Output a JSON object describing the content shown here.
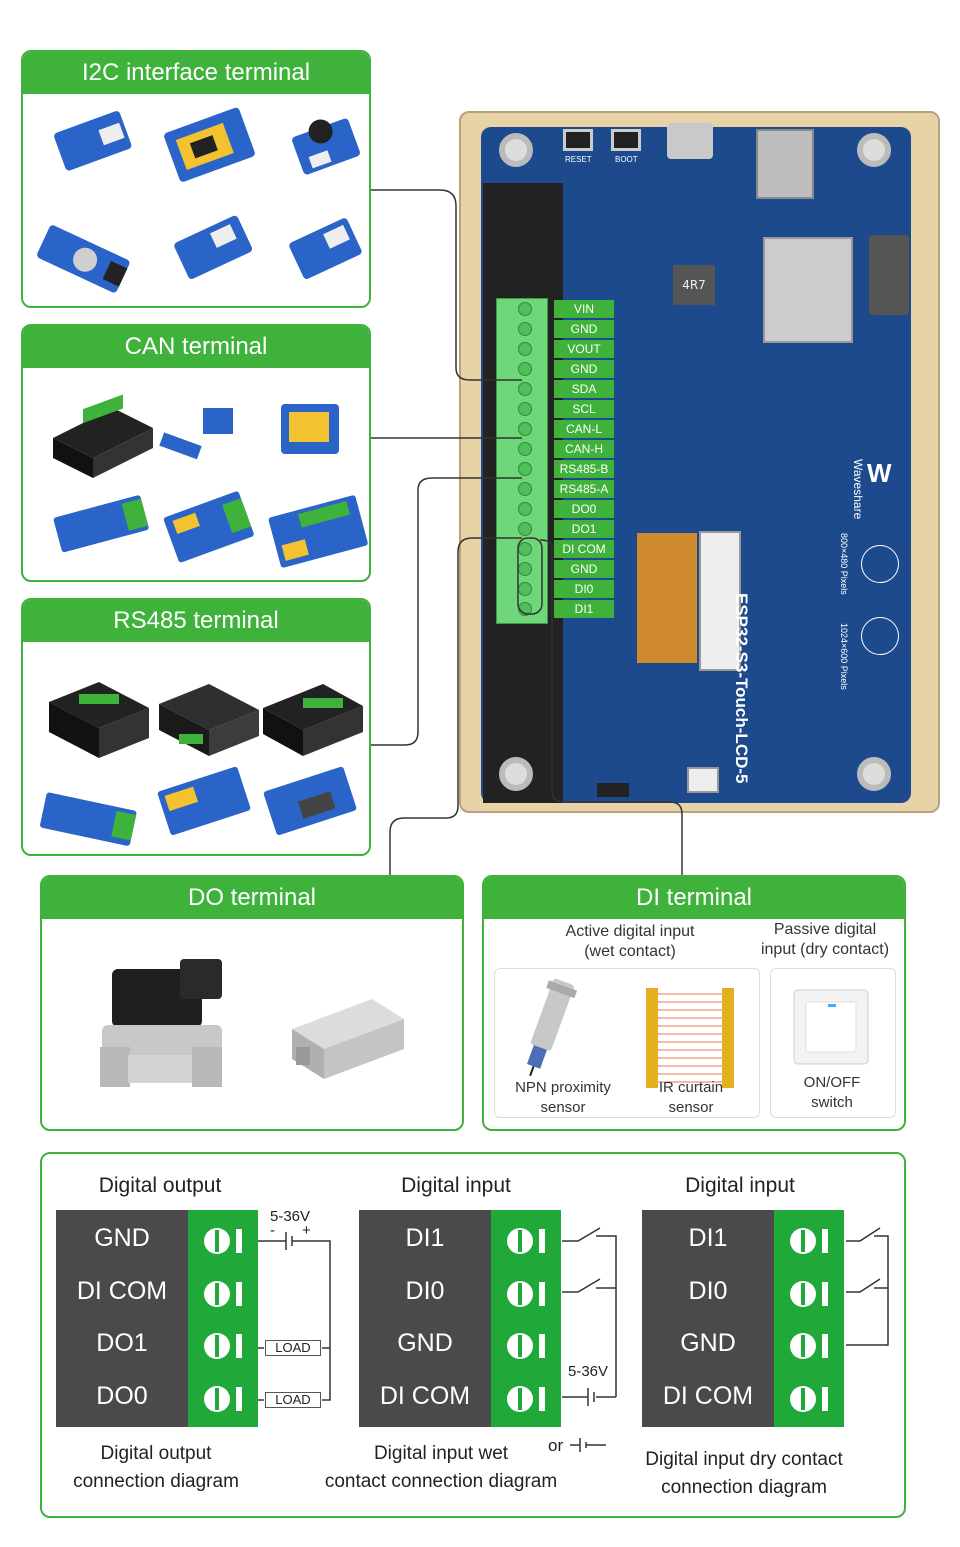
{
  "panels": {
    "i2c": {
      "title": "I2C interface terminal"
    },
    "can": {
      "title": "CAN terminal"
    },
    "rs485": {
      "title": "RS485 terminal"
    },
    "do": {
      "title": "DO terminal"
    },
    "di": {
      "title": "DI terminal",
      "active_title": "Active digital input\n(wet contact)",
      "passive_title": "Passive digital\ninput (dry contact)",
      "npn": "NPN proximity\nsensor",
      "ir": "IR curtain\nsensor",
      "switch": "ON/OFF\nswitch"
    }
  },
  "board": {
    "name": "ESP32-S3-Touch-LCD-5",
    "brand": "Waveshare",
    "res1": "800×480 Pixels",
    "res2": "1024×600 Pixels",
    "buttons": [
      "RESET",
      "BOOT"
    ],
    "chip": "4R7",
    "terminals": [
      "VIN",
      "GND",
      "VOUT",
      "GND",
      "SDA",
      "SCL",
      "CAN-L",
      "CAN-H",
      "RS485-B",
      "RS485-A",
      "DO0",
      "DO1",
      "DI COM",
      "GND",
      "DI0",
      "DI1"
    ]
  },
  "wiring": {
    "output": {
      "title": "Digital output",
      "pins": [
        "GND",
        "DI COM",
        "DO1",
        "DO0"
      ],
      "voltage": "5-36V",
      "load": "LOAD",
      "caption": "Digital output\nconnection diagram"
    },
    "wet": {
      "title": "Digital input",
      "pins": [
        "DI1",
        "DI0",
        "GND",
        "DI COM"
      ],
      "voltage": "5-36V",
      "or": "or",
      "caption": "Digital input wet\ncontact connection diagram"
    },
    "dry": {
      "title": "Digital input",
      "pins": [
        "DI1",
        "DI0",
        "GND",
        "DI COM"
      ],
      "caption": "Digital input dry contact\nconnection diagram"
    }
  },
  "colors": {
    "accent": "#3fb23c",
    "board": "#1c4a8c",
    "frame": "#e8d2a8"
  }
}
